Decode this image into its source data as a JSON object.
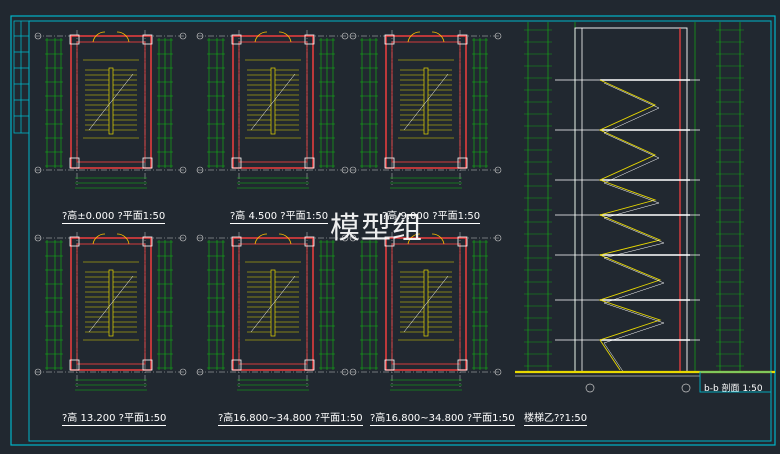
{
  "drawing": {
    "background": "#212830",
    "frame_color": "#00b4c8",
    "wall_color": "#ff4040",
    "dim_color": "#10c010",
    "stair_color": "#e8d800",
    "door_color": "#ffc000",
    "axis_color": "#c8c8c8"
  },
  "watermark": "模型组",
  "plans": [
    {
      "id": "plan-0000",
      "title": "?高±0.000 ?平面1:50"
    },
    {
      "id": "plan-4500",
      "title": "?高  4.500 ?平面1:50"
    },
    {
      "id": "plan-9000",
      "title": "?高  9.000 ?平面1:50"
    },
    {
      "id": "plan-13200",
      "title": "?高 13.200 ?平面1:50"
    },
    {
      "id": "plan-16800a",
      "title": "?高16.800~34.800 ?平面1:50"
    },
    {
      "id": "plan-16800b",
      "title": "?高16.800~34.800 ?平面1:50"
    }
  ],
  "section_left_title": "楼梯乙??1:50",
  "section_right_title": "b-b 剖面 1:50"
}
